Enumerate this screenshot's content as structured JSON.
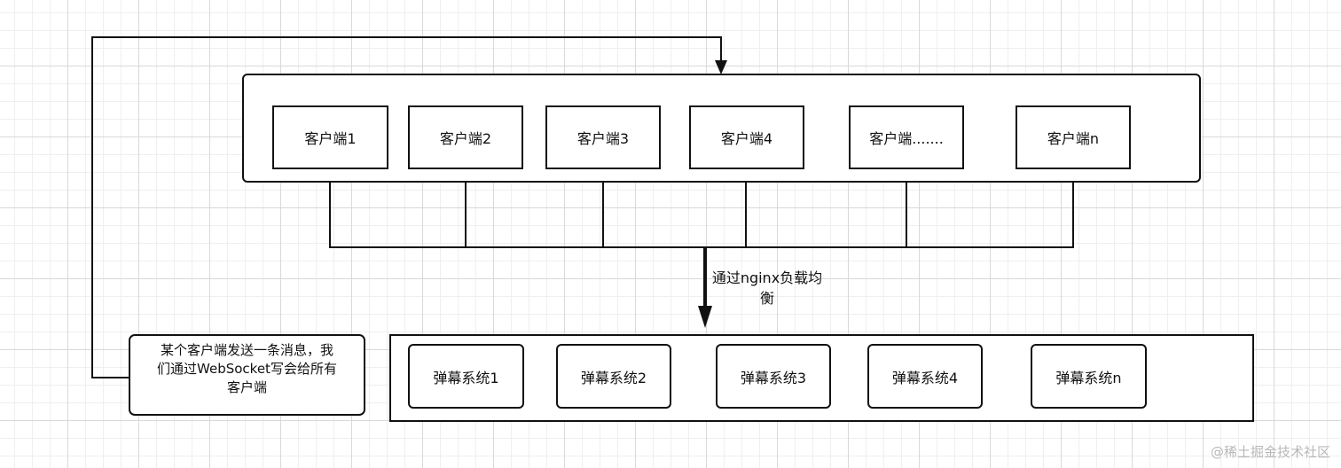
{
  "diagram": {
    "clients": [
      {
        "label": "客户端1"
      },
      {
        "label": "客户端2"
      },
      {
        "label": "客户端3"
      },
      {
        "label": "客户端4"
      },
      {
        "label": "客户端......."
      },
      {
        "label": "客户端n"
      }
    ],
    "load_balance_label_line1": "通过nginx负载均",
    "load_balance_label_line2": "衡",
    "servers": [
      {
        "label": "弹幕系统1"
      },
      {
        "label": "弹幕系统2"
      },
      {
        "label": "弹幕系统3"
      },
      {
        "label": "弹幕系统4"
      },
      {
        "label": "弹幕系统n"
      }
    ],
    "note": {
      "line1": "某个客户端发送一条消息，我",
      "line2": "们通过WebSocket写会给所有",
      "line3": "客户端"
    }
  },
  "watermark": "@稀土掘金技术社区",
  "colors": {
    "line": "#111111",
    "grid_major": "#d9d9d9",
    "grid_minor": "#efefef"
  }
}
